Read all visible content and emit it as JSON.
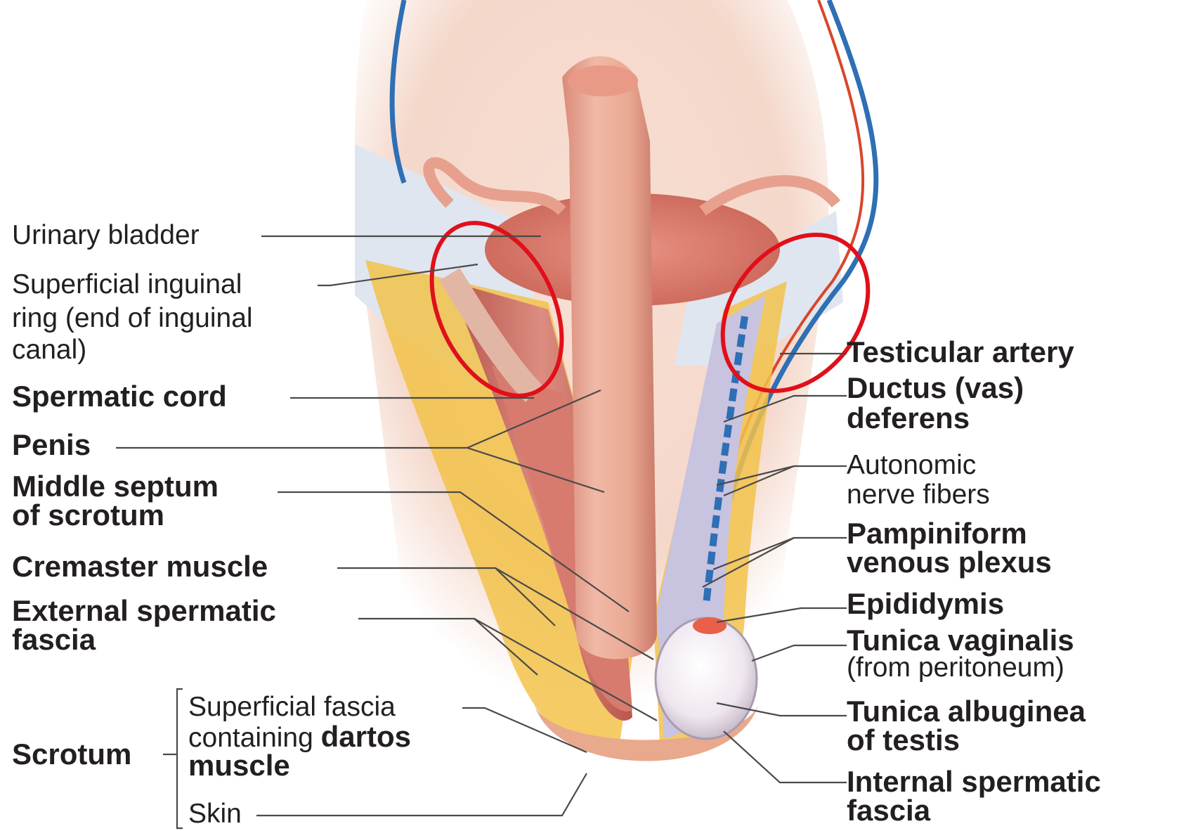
{
  "labels_left": {
    "urinary_bladder": "Urinary bladder",
    "superficial_inguinal_ring": [
      "Superficial inguinal",
      "ring (end of inguinal",
      "canal)"
    ],
    "spermatic_cord": "Spermatic cord",
    "penis": "Penis",
    "middle_septum": [
      "Middle septum",
      "of scrotum"
    ],
    "cremaster_muscle": "Cremaster muscle",
    "external_spermatic_fascia": [
      "External spermatic",
      "fascia"
    ],
    "scrotum": "Scrotum",
    "superficial_fascia": {
      "line1": "Superficial fascia",
      "line2_normal": "containing ",
      "line2_bold": "dartos",
      "line3_bold": "muscle"
    },
    "skin": "Skin"
  },
  "labels_right": {
    "testicular_artery": "Testicular artery",
    "ductus_deferens": [
      "Ductus (vas)",
      "deferens"
    ],
    "autonomic_nerve_fibers": [
      "Autonomic",
      "nerve fibers"
    ],
    "pampiniform_plexus": [
      "Pampiniform",
      "venous plexus"
    ],
    "epididymis": "Epididymis",
    "tunica_vaginalis": {
      "line1": "Tunica vaginalis",
      "line2": "(from peritoneum)"
    },
    "tunica_albuginea": [
      "Tunica albuginea",
      "of testis"
    ],
    "internal_spermatic_fascia": [
      "Internal spermatic",
      "fascia"
    ]
  },
  "colors": {
    "highlight_circle": "#e0101a",
    "leader_line": "#4a4a4a",
    "flesh": "#e9a893",
    "muscle": "#c96e62",
    "fat": "#f2c24a",
    "vein": "#2e6fb5",
    "artery": "#d9462b",
    "testis": "#f3eef3"
  }
}
